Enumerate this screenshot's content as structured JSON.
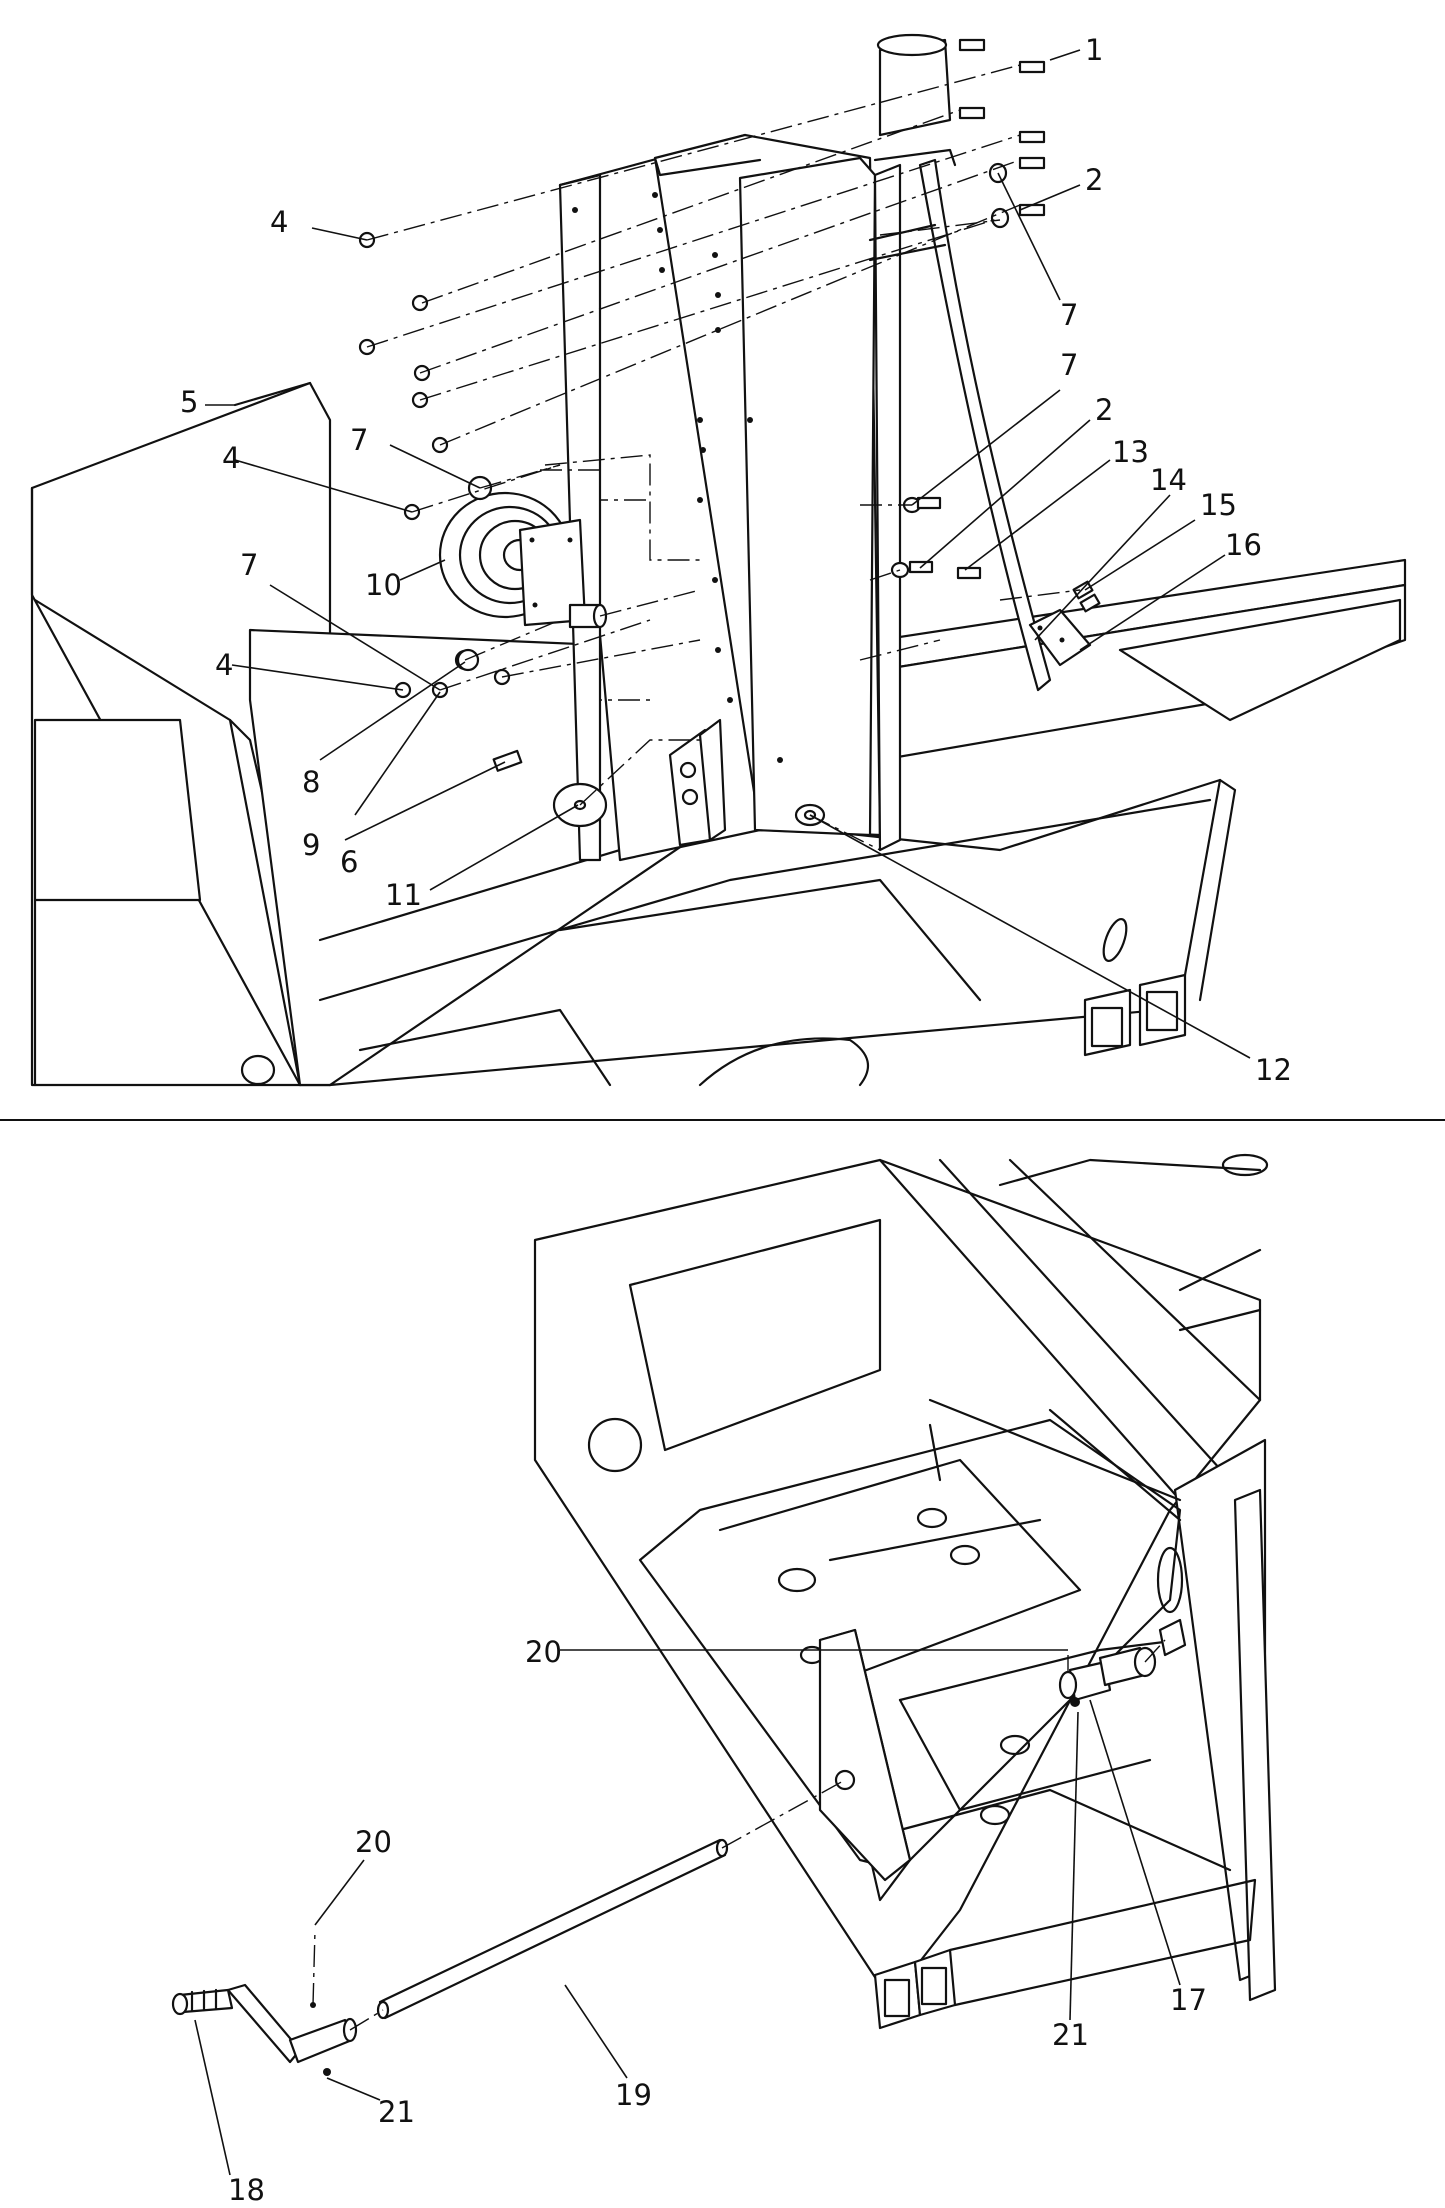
{
  "top_view": {
    "callouts": [
      {
        "id": "c1",
        "label": "1"
      },
      {
        "id": "c2a",
        "label": "2"
      },
      {
        "id": "c4a",
        "label": "4"
      },
      {
        "id": "c7a",
        "label": "7"
      },
      {
        "id": "c5",
        "label": "5"
      },
      {
        "id": "c7b",
        "label": "7"
      },
      {
        "id": "c2b",
        "label": "2"
      },
      {
        "id": "c13",
        "label": "13"
      },
      {
        "id": "c14",
        "label": "14"
      },
      {
        "id": "c15",
        "label": "15"
      },
      {
        "id": "c16",
        "label": "16"
      },
      {
        "id": "c4b",
        "label": "4"
      },
      {
        "id": "c7c",
        "label": "7"
      },
      {
        "id": "c10",
        "label": "10"
      },
      {
        "id": "c7d",
        "label": "7"
      },
      {
        "id": "c4c",
        "label": "4"
      },
      {
        "id": "c8",
        "label": "8"
      },
      {
        "id": "c9",
        "label": "9"
      },
      {
        "id": "c6",
        "label": "6"
      },
      {
        "id": "c11",
        "label": "11"
      },
      {
        "id": "c12",
        "label": "12"
      }
    ]
  },
  "bottom_view": {
    "callouts": [
      {
        "id": "c20a",
        "label": "20"
      },
      {
        "id": "c20b",
        "label": "20"
      },
      {
        "id": "c17",
        "label": "17"
      },
      {
        "id": "c21a",
        "label": "21"
      },
      {
        "id": "c19",
        "label": "19"
      },
      {
        "id": "c21b",
        "label": "21"
      },
      {
        "id": "c18",
        "label": "18"
      }
    ]
  }
}
